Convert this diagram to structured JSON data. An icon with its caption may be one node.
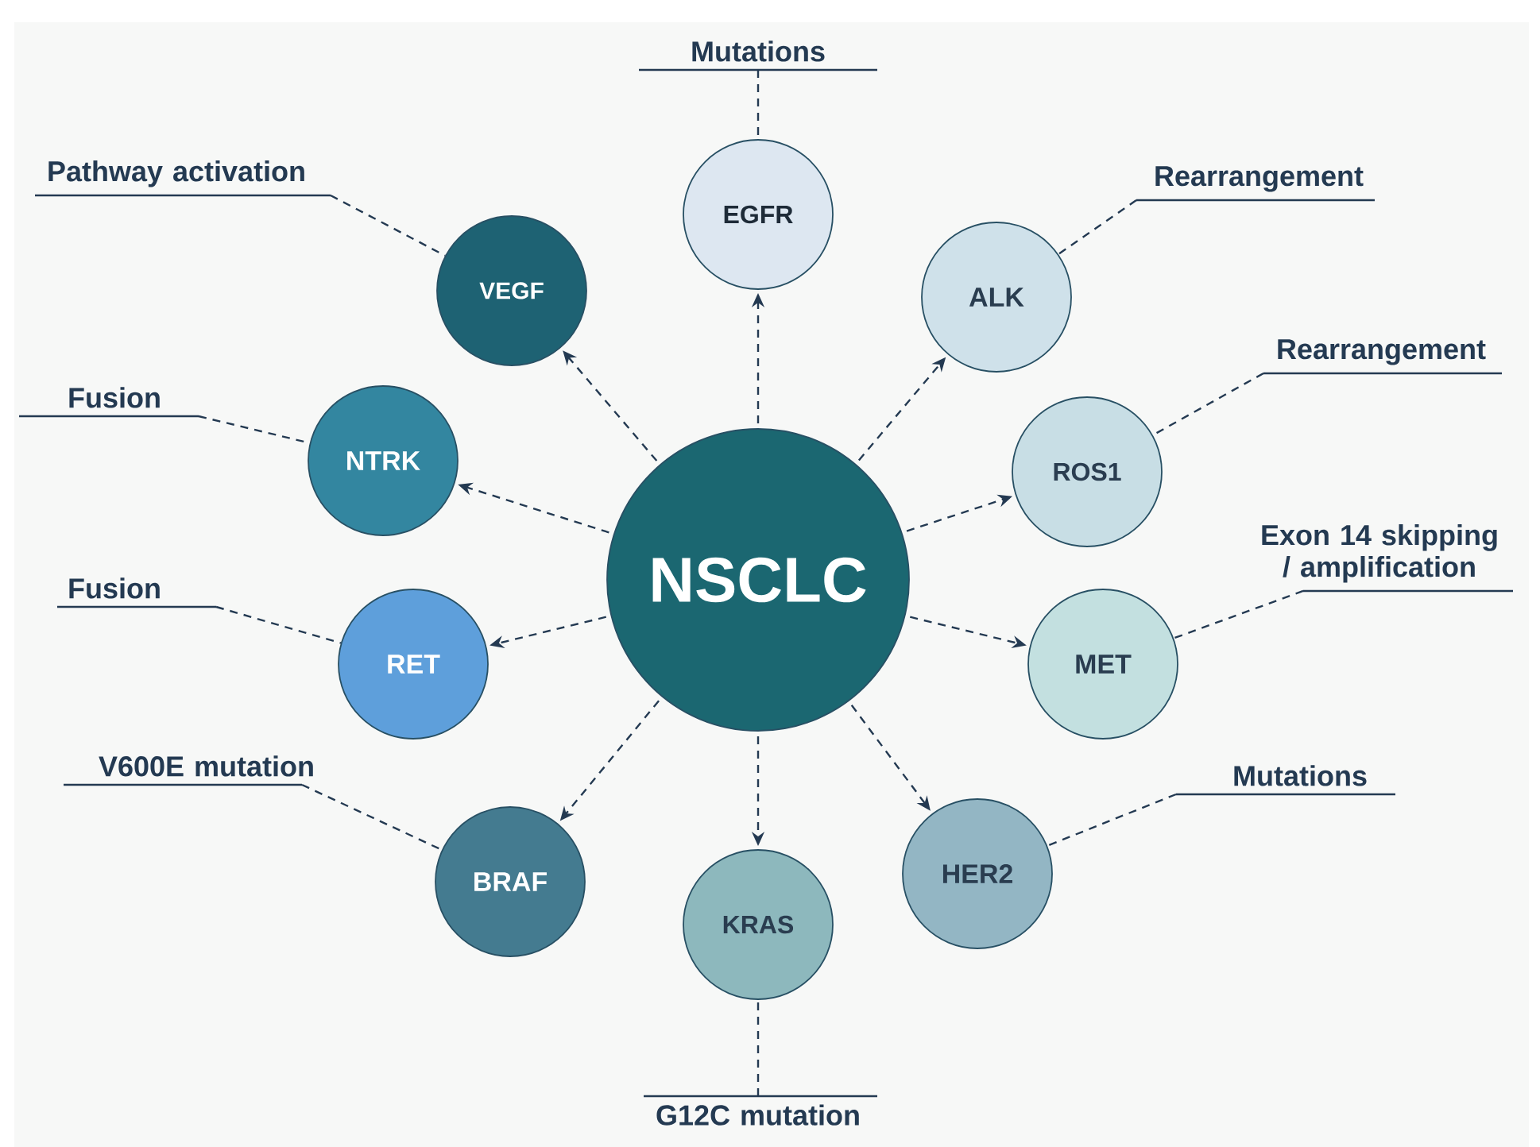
{
  "diagram": {
    "nodes": [
      {
        "text": [
          "NSCLC"
        ]
      },
      {
        "text": [
          "EGFR"
        ]
      },
      {
        "text": [
          "ALK"
        ]
      },
      {
        "text": [
          "ROS1"
        ]
      },
      {
        "text": [
          "MET"
        ]
      },
      {
        "text": [
          "HER2"
        ]
      },
      {
        "text": [
          "KRAS"
        ]
      },
      {
        "text": [
          "BRAF"
        ]
      },
      {
        "text": [
          "RET"
        ]
      },
      {
        "text": [
          "NTRK"
        ]
      },
      {
        "text": [
          "VEGF"
        ]
      },
      {
        "text": [
          "Mutations"
        ]
      },
      {
        "text": [
          "Pathway activation"
        ]
      },
      {
        "text": [
          "Rearrangement"
        ]
      },
      {
        "text": [
          "Rearrangement"
        ]
      },
      {
        "text": [
          "Exon 14 skipping / amplification"
        ]
      },
      {
        "text": [
          "Mutations"
        ]
      },
      {
        "text": [
          "G12C mutation"
        ]
      },
      {
        "text": [
          "V600E mutation"
        ]
      },
      {
        "text": [
          "Fusion"
        ]
      },
      {
        "text": [
          "Fusion"
        ]
      }
    ],
    "edges": [
      {
        "from": 0,
        "to": 1,
        "arrow": "to"
      },
      {
        "from": 0,
        "to": 2,
        "arrow": "to"
      },
      {
        "from": 0,
        "to": 3,
        "arrow": "to"
      },
      {
        "from": 0,
        "to": 4,
        "arrow": "to"
      },
      {
        "from": 0,
        "to": 5,
        "arrow": "to"
      },
      {
        "from": 0,
        "to": 6,
        "arrow": "to"
      },
      {
        "from": 0,
        "to": 7,
        "arrow": "to"
      },
      {
        "from": 0,
        "to": 8,
        "arrow": "to"
      },
      {
        "from": 0,
        "to": 9,
        "arrow": "to"
      },
      {
        "from": 0,
        "to": 10,
        "arrow": "to"
      },
      {
        "from": 11,
        "to": 1,
        "arrow": "none"
      },
      {
        "from": 12,
        "to": 10,
        "arrow": "none"
      },
      {
        "from": 13,
        "to": 2,
        "arrow": "none"
      },
      {
        "from": 14,
        "to": 3,
        "arrow": "none"
      },
      {
        "from": 15,
        "to": 4,
        "arrow": "none"
      },
      {
        "from": 16,
        "to": 5,
        "arrow": "none"
      },
      {
        "from": 17,
        "to": 6,
        "arrow": "none"
      },
      {
        "from": 18,
        "to": 7,
        "arrow": "none"
      },
      {
        "from": 19,
        "to": 8,
        "arrow": "none"
      },
      {
        "from": 20,
        "to": 9,
        "arrow": "none"
      }
    ]
  }
}
